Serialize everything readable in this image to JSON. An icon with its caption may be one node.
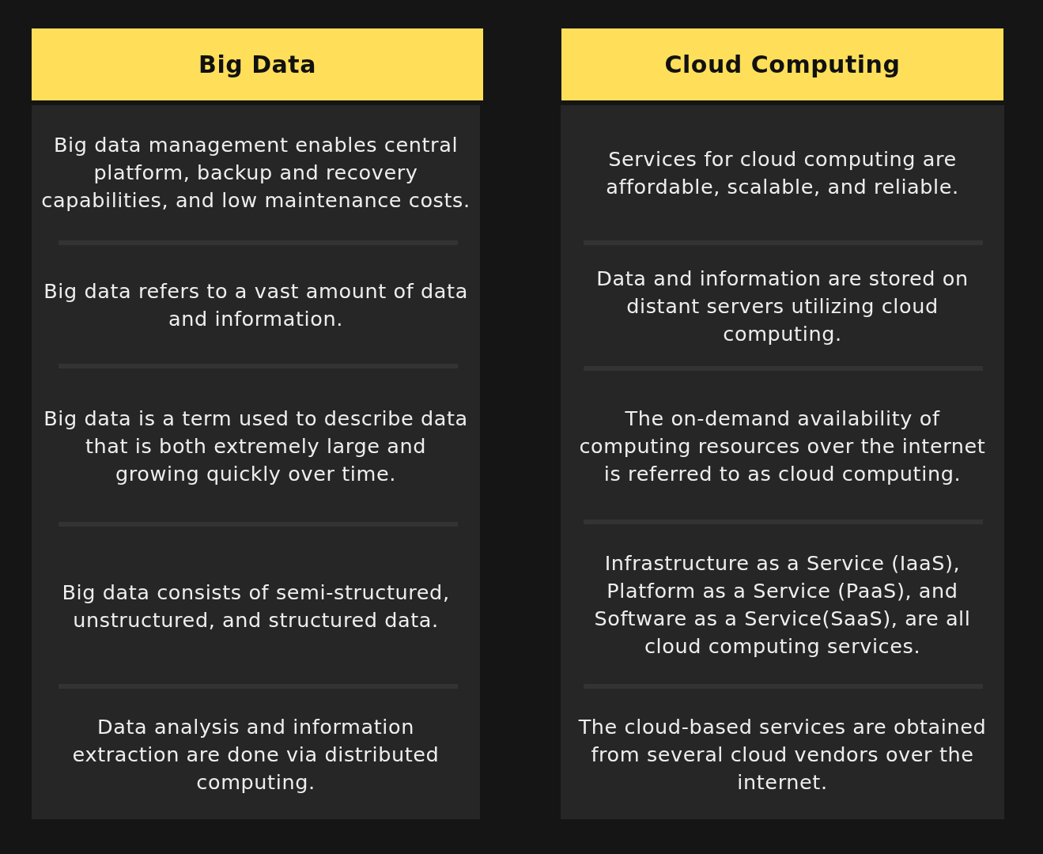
{
  "diagram": {
    "nodes": [
      {
        "text": [
          "Big Data"
        ]
      },
      {
        "text": [],
        "shape": "box"
      },
      {
        "text": [
          "Big data management enables central platform, backup and recovery capabilities, and low maintenance costs."
        ],
        "in": 1
      },
      {
        "text": [
          "Big data refers to a vast amount of data and information."
        ],
        "in": 1
      },
      {
        "text": [
          "Big data is a term used to describe data that is both extremely large and growing quickly over time."
        ],
        "in": 1
      },
      {
        "text": [
          "Big data consists of semi-structured, unstructured, and structured data."
        ],
        "in": 1
      },
      {
        "text": [
          "Data analysis and information extraction are done via distributed computing."
        ],
        "in": 1
      },
      {
        "text": [
          "Cloud Computing"
        ]
      },
      {
        "text": [],
        "shape": "box"
      },
      {
        "text": [
          "Services for cloud computing are affordable, scalable, and reliable."
        ],
        "in": 8
      },
      {
        "text": [
          "Data and information are stored on distant servers utilizing cloud computing."
        ],
        "in": 8
      },
      {
        "text": [
          "The on-demand availability of computing resources over the internet is referred to as cloud computing."
        ],
        "in": 8
      },
      {
        "text": [
          "Infrastructure as a Service (IaaS), Platform as a Service (PaaS), and Software as a Service(SaaS), are all cloud computing services."
        ],
        "in": 8
      },
      {
        "text": [
          "The cloud-based services are obtained from several cloud vendors over the internet."
        ],
        "in": 8
      }
    ]
  }
}
